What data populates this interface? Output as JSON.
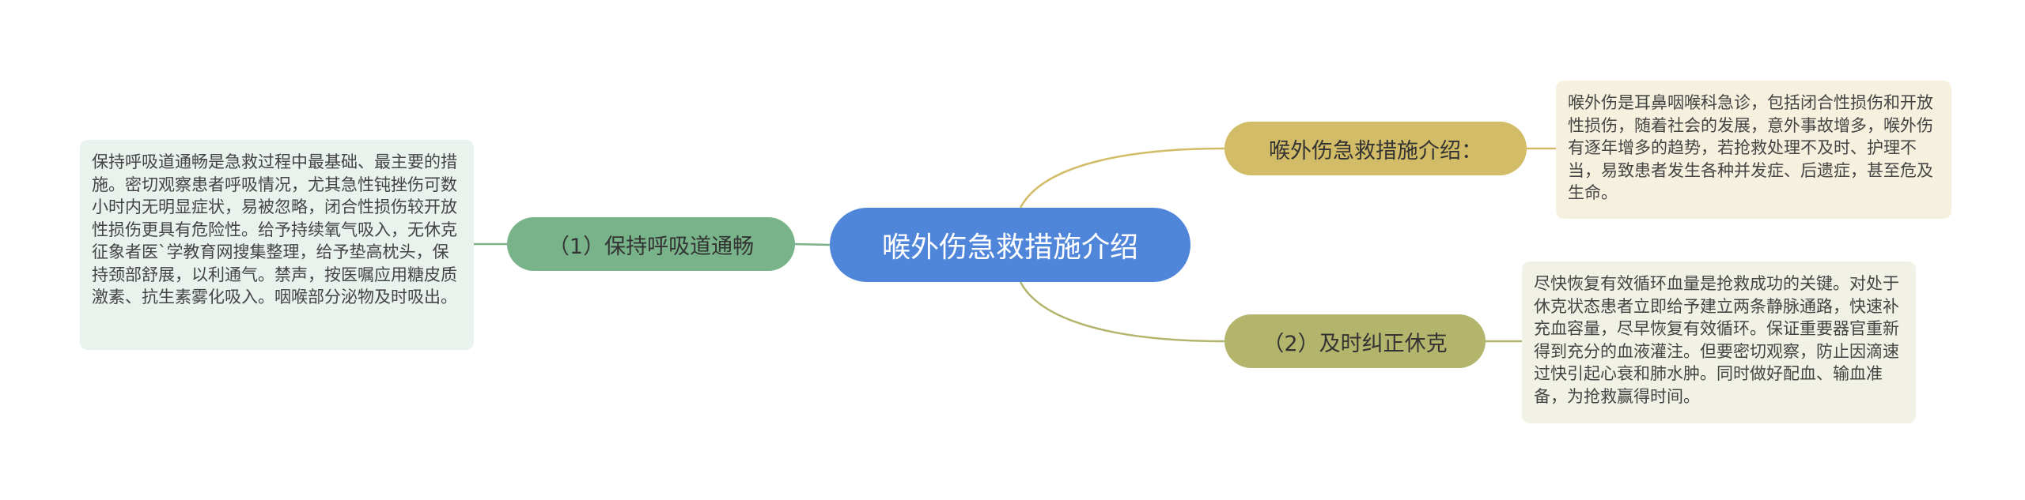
{
  "mindmap": {
    "root": {
      "label": "喉外伤急救措施介绍"
    },
    "branches": [
      {
        "label": "喉外伤急救措施介绍：",
        "detail": "喉外伤是耳鼻咽喉科急诊，包括闭合性损伤和开放性损伤，随着社会的发展，意外事故增多，喉外伤有逐年增多的趋势，若抢救处理不及时、护理不当，易致患者发生各种并发症、后遗症，甚至危及生命。"
      },
      {
        "label": "（2）及时纠正休克",
        "detail": "尽快恢复有效循环血量是抢救成功的关键。对处于休克状态患者立即给予建立两条静脉通路，快速补充血容量，尽早恢复有效循环。保证重要器官重新得到充分的血液灌注。但要密切观察，防止因滴速过快引起心衰和肺水肿。同时做好配血、输血准备，为抢救赢得时间。"
      },
      {
        "label": "（1）保持呼吸道通畅",
        "detail": "保持呼吸道通畅是急救过程中最基础、最主要的措施。密切观察患者呼吸情况，尤其急性钝挫伤可数小时内无明显症状，易被忽略，闭合性损伤较开放性损伤更具有危险性。给予持续氧气吸入，无休克征象者医`学教育网搜集整理，给予垫高枕头，保持颈部舒展，以利通气。禁声，按医嘱应用糖皮质激素、抗生素雾化吸入。咽喉部分泌物及时吸出。"
      }
    ],
    "colors": {
      "root": "#4f86da",
      "branch_top": "#d2bc67",
      "branch_bottom": "#b4b56d",
      "branch_left": "#78b389"
    }
  }
}
